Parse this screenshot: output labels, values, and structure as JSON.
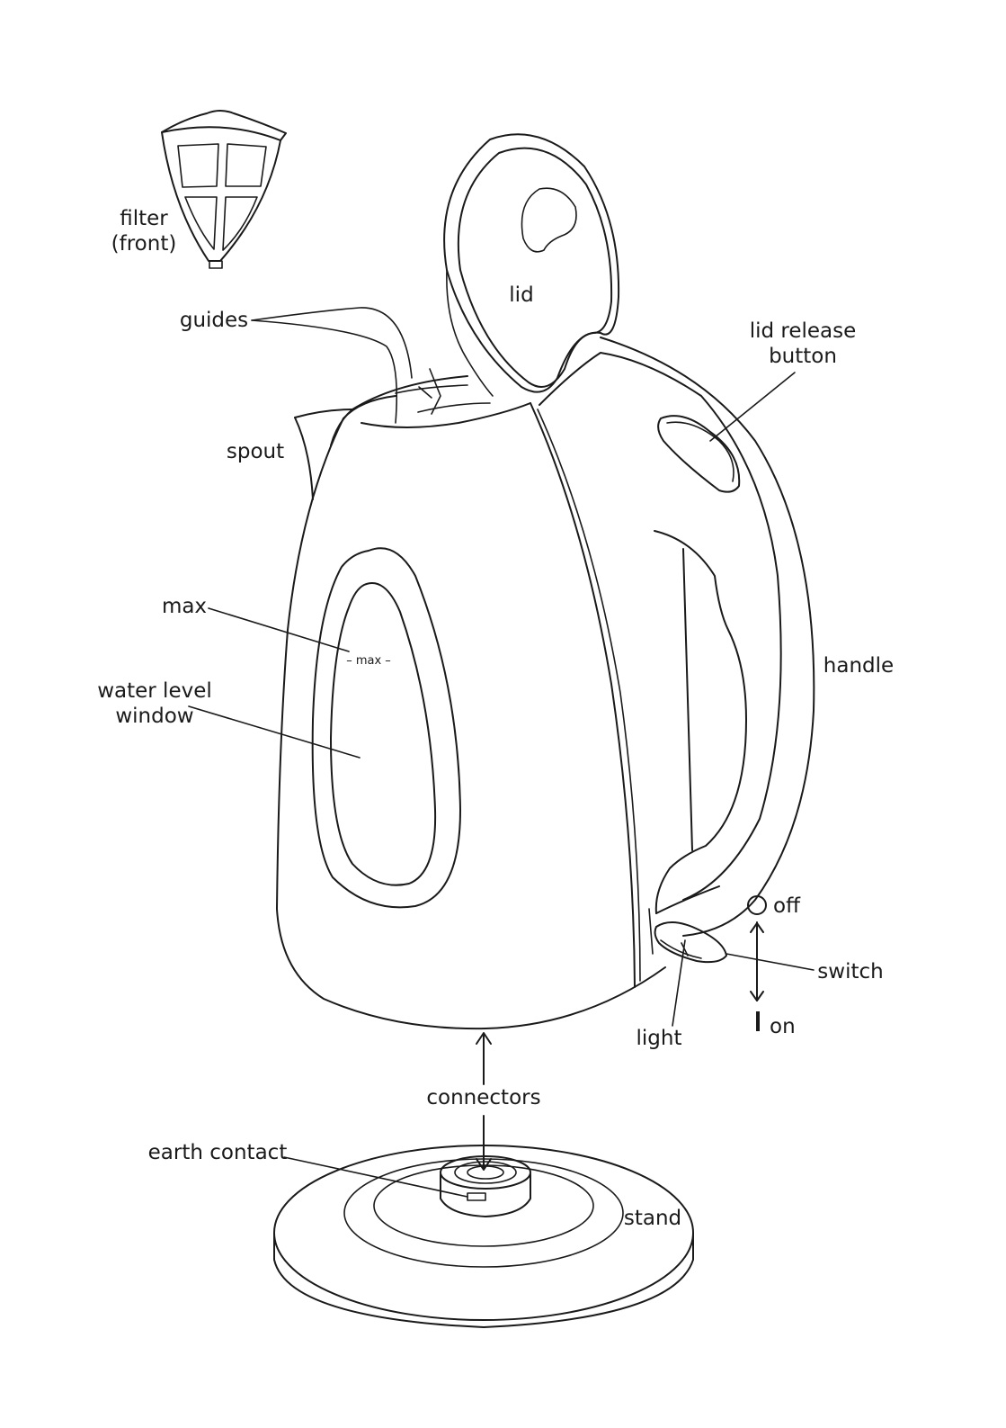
{
  "labels": {
    "filter_line1": "filter",
    "filter_line2": "(front)",
    "lid": "lid",
    "guides": "guides",
    "lid_release_line1": "lid release",
    "lid_release_line2": "button",
    "spout": "spout",
    "max": "max",
    "max_mark": "– max –",
    "water_level_line1": "water level",
    "water_level_line2": "window",
    "handle": "handle",
    "off": "off",
    "switch": "switch",
    "on": "on",
    "light": "light",
    "connectors": "connectors",
    "earth_contact": "earth contact",
    "stand": "stand"
  }
}
